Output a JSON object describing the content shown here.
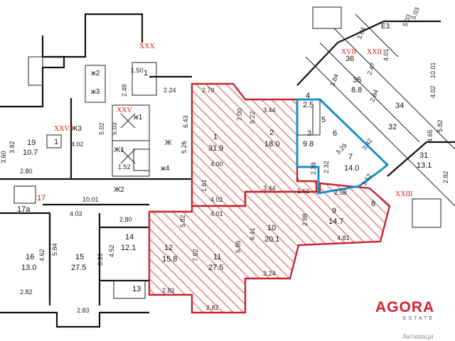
{
  "brand": {
    "name": "AGORA",
    "sub": "ESTATE",
    "color": "#d3232c"
  },
  "watermark": "Активаци",
  "colors": {
    "leased_outline": "#c8232c",
    "hatch": "#e8a0a0",
    "highlight_outline": "#1b8fc7"
  },
  "roman_labels": [
    "XXX",
    "XXV",
    "XXVI",
    "XVII",
    "XXII",
    "XXIII"
  ],
  "stair_labels": [
    "ж2",
    "ж3",
    "ж1",
    "Ж1",
    "Ж",
    "ж4",
    "Ж3",
    "Ж2",
    "E3"
  ],
  "rooms": [
    {
      "id": "1",
      "area": "31.9"
    },
    {
      "id": "2",
      "area": "18.0"
    },
    {
      "id": "3",
      "area": "9.8"
    },
    {
      "id": "4",
      "area": "2.5"
    },
    {
      "id": "5",
      "area": ""
    },
    {
      "id": "6",
      "area": ""
    },
    {
      "id": "7",
      "area": "14.0"
    },
    {
      "id": "8",
      "area": ""
    },
    {
      "id": "9",
      "area": "14.7"
    },
    {
      "id": "10",
      "area": "20.1"
    },
    {
      "id": "11",
      "area": "27.5"
    },
    {
      "id": "12",
      "area": "15.8"
    },
    {
      "id": "13",
      "area": ""
    },
    {
      "id": "14",
      "area": "12.1"
    },
    {
      "id": "15",
      "area": "27.5"
    },
    {
      "id": "16",
      "area": "13.0"
    },
    {
      "id": "17",
      "area": ""
    },
    {
      "id": "17a",
      "area": ""
    },
    {
      "id": "19",
      "area": "10.7"
    },
    {
      "id": "31",
      "area": "13.1"
    },
    {
      "id": "32",
      "area": ""
    },
    {
      "id": "34",
      "area": ""
    },
    {
      "id": "35",
      "area": "8.8"
    },
    {
      "id": "36",
      "area": ""
    },
    {
      "id": "1",
      "area": ""
    },
    {
      "id": "1",
      "area": ""
    }
  ],
  "dimensions": [
    "2.79",
    "3.44",
    "6.43",
    "7.00",
    "5.22",
    "4.00",
    "4.02",
    "3.44",
    "1.61",
    "1.61",
    "4.01",
    "5.82",
    "7.02",
    "5.85",
    "6.41",
    "2.88",
    "4.81",
    "2.82",
    "2.82",
    "3.24",
    "2.32",
    "2.39",
    "3.29",
    "3.42",
    "2.58",
    "3.12",
    "1.50",
    "2.48",
    "2.24",
    "5.03",
    "5.02",
    "5.26",
    "1.52",
    "4.02",
    "10.01",
    "3.82",
    "2.80",
    "4.03",
    "2.80",
    "5.84",
    "4.62",
    "6.99",
    "4.52",
    "2.82",
    "2.83",
    "3.64",
    "4.01",
    "2.47",
    "3.84",
    "2.84",
    "10.01",
    "4.02",
    "5.82",
    "4.65",
    "2.82",
    "5.03",
    "5.03",
    "3.60"
  ]
}
